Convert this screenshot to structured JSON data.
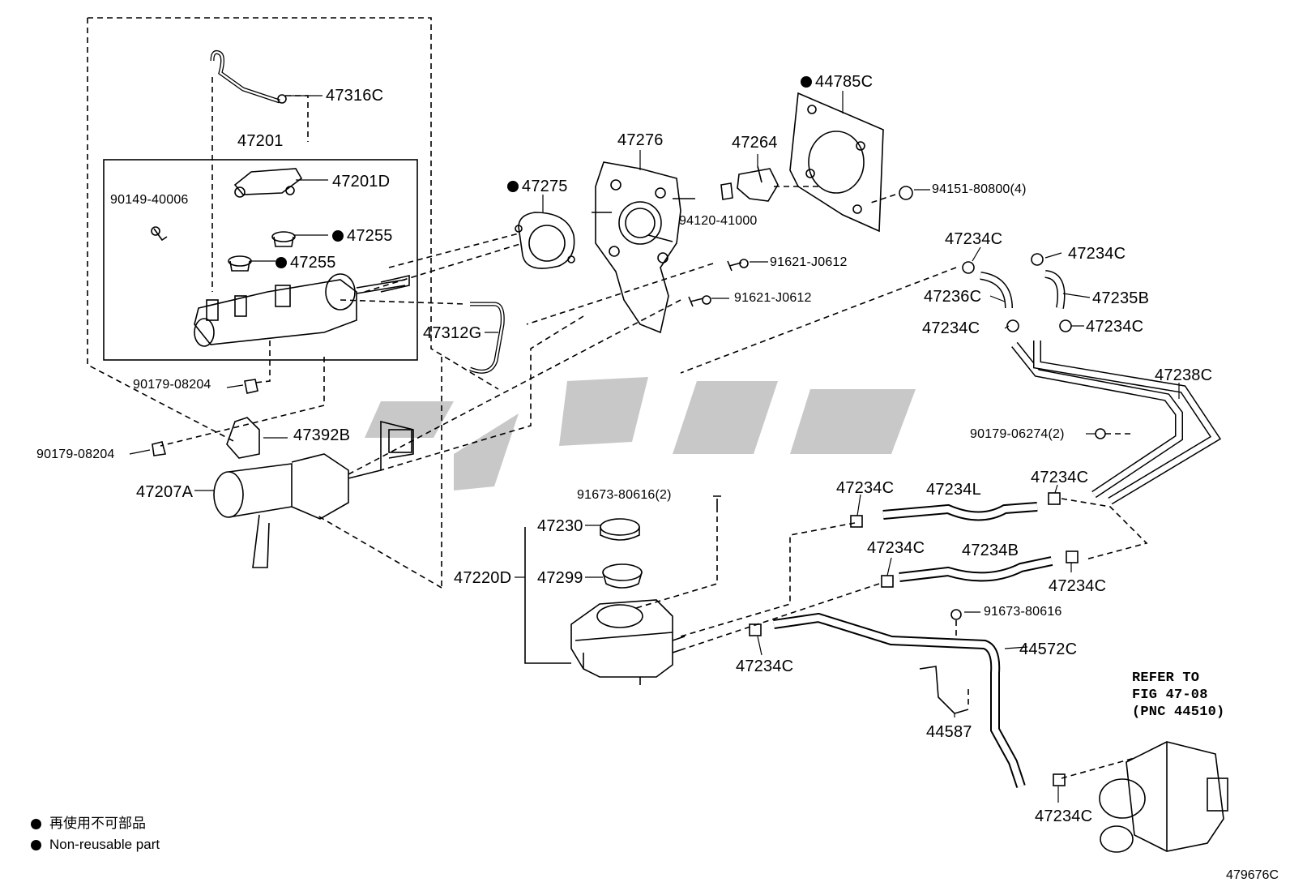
{
  "parts": {
    "p47316C": "47316C",
    "p47201": "47201",
    "p47201D": "47201D",
    "p90149": "90149-40006",
    "p47255a": "47255",
    "p47255b": "47255",
    "p47275": "47275",
    "p47276": "47276",
    "p47264": "47264",
    "p44785C": "44785C",
    "p94151": "94151-80800(4)",
    "p94120": "94120-41000",
    "p91621a": "91621-J0612",
    "p91621b": "91621-J0612",
    "p47312G": "47312G",
    "p90179a": "90179-08204",
    "p90179b": "90179-08204",
    "p47392B": "47392B",
    "p47207A": "47207A",
    "p91673a": "91673-80616(2)",
    "p47230": "47230",
    "p47220D": "47220D",
    "p47299": "47299",
    "p47234C_1": "47234C",
    "p47234C_2": "47234C",
    "p47236C": "47236C",
    "p47235B": "47235B",
    "p47234C_3": "47234C",
    "p47234C_4": "47234C",
    "p47238C": "47238C",
    "p90179c": "90179-06274(2)",
    "p47234C_5": "47234C",
    "p47234L": "47234L",
    "p47234C_6": "47234C",
    "p47234C_7": "47234C",
    "p47234B": "47234B",
    "p47234C_8": "47234C",
    "p91673b": "91673-80616",
    "p47234C_9": "47234C",
    "p44572C": "44572C",
    "p44587": "44587",
    "p47234C_10": "47234C"
  },
  "refer": {
    "line1": "REFER TO",
    "line2": "FIG 47-08",
    "line3": "(PNC 44510)"
  },
  "legend": {
    "jp": "再使用不可部品",
    "en": "Non-reusable part"
  },
  "figure_number": "479676C"
}
